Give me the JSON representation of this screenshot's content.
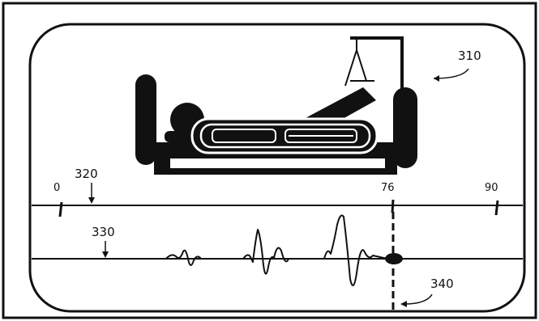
{
  "figure": {
    "reference_labels": {
      "device": "310",
      "timeline": "320",
      "waveform": "330",
      "cursor": "340"
    },
    "timeline_ticks": [
      {
        "label": "0",
        "value": 0
      },
      {
        "label": "76",
        "value": 76
      },
      {
        "label": "90",
        "value": 90
      }
    ],
    "cursor_value": 76,
    "icon": "patient-in-hospital-bed-with-traction-icon",
    "colors": {
      "ink": "#111111",
      "background": "#ffffff"
    }
  }
}
